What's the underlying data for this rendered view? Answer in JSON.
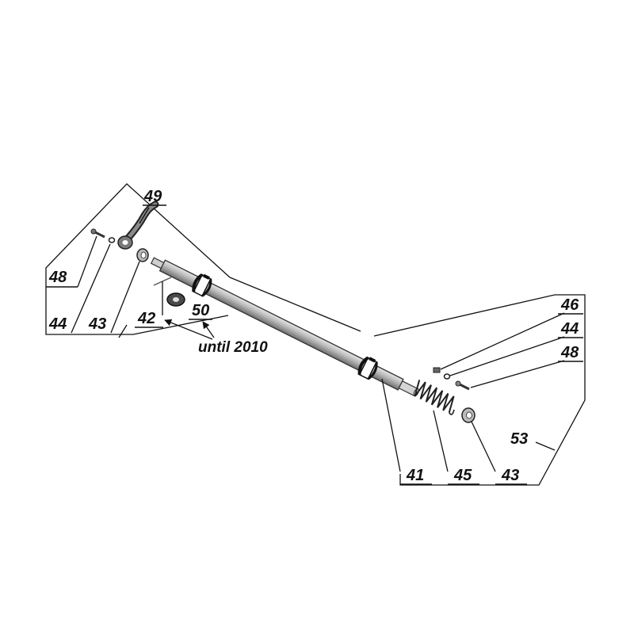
{
  "callouts": {
    "c49": "49",
    "c48_left": "48",
    "c44_left": "44",
    "c43_left": "43",
    "c42": "42",
    "c50": "50",
    "c46": "46",
    "c44_right": "44",
    "c48_right": "48",
    "c41": "41",
    "c45": "45",
    "c43_right": "43",
    "c53": "53"
  },
  "note": "until 2010"
}
